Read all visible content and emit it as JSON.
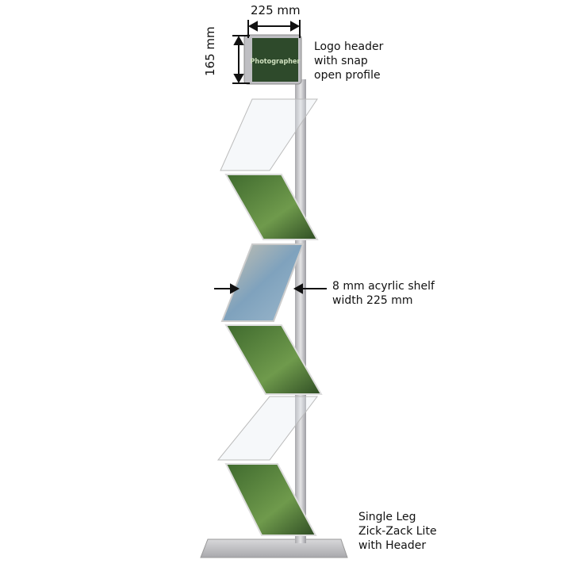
{
  "dimensions": {
    "header_width": "225 mm",
    "header_height": "165 mm"
  },
  "header_logo_text": "Photographer",
  "annotations": {
    "logo_header": [
      "Logo header",
      "with snap",
      "open profile"
    ],
    "shelf": [
      "8 mm acyrlic shelf",
      "width 225 mm"
    ],
    "product": [
      "Single Leg",
      "Zick-Zack Lite",
      "with Header"
    ]
  },
  "colors": {
    "header_panel": "#2e4a2b",
    "pole": "#c9c9cc",
    "magazine_green": "#4f7a3a",
    "magazine_blue": "#8fb0c8"
  }
}
